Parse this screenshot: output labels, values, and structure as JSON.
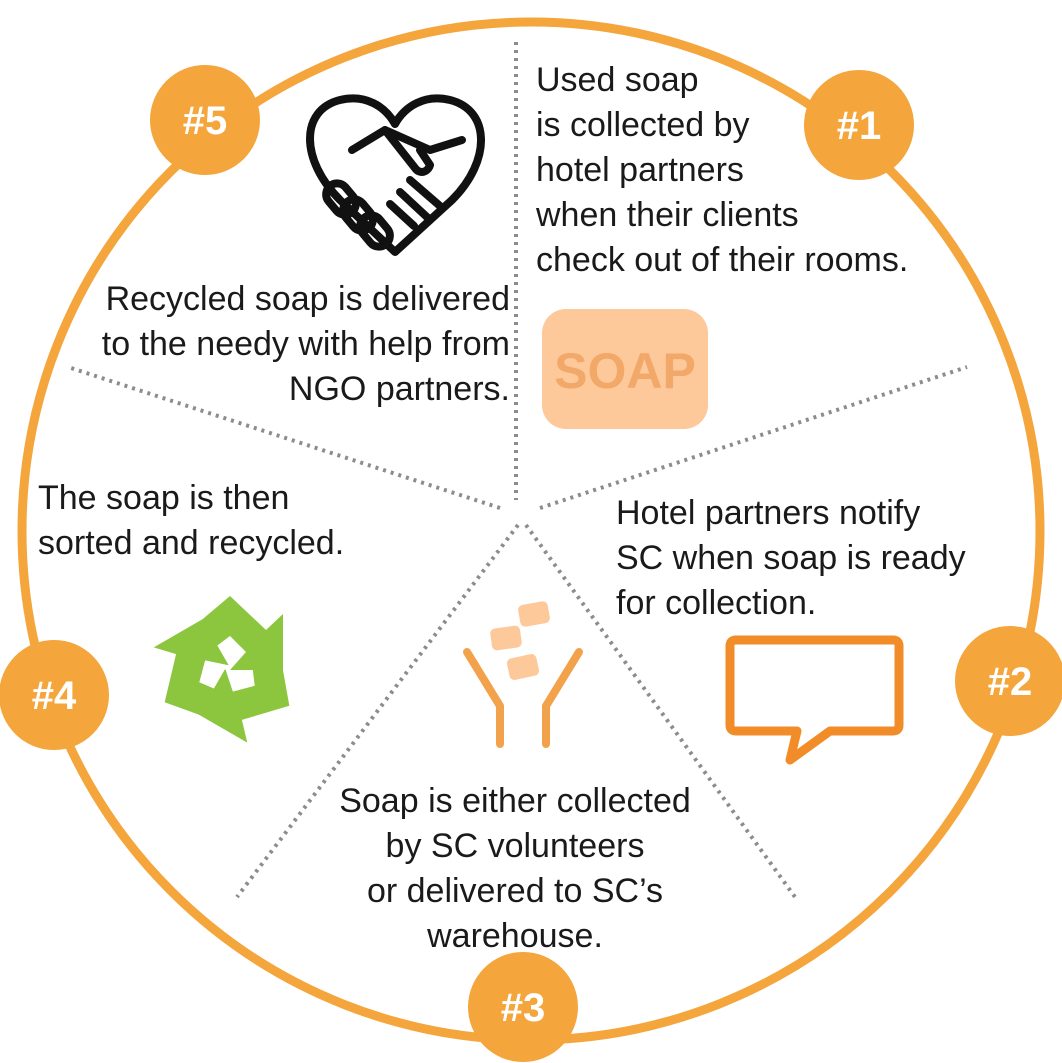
{
  "colors": {
    "ring": "#f4a53b",
    "divider": "#8c8c8c",
    "soap_bar": "#fdc99b",
    "soap_text": "#f2a868",
    "speech_bubble": "#f28c28",
    "recycle": "#8cc63f",
    "handshake": "#111111",
    "chute": "#f2a24a",
    "text": "#1a1a1a"
  },
  "steps": [
    {
      "badge": "#1",
      "text": "Used soap\nis collected by\nhotel partners\nwhen their clients\ncheck out of their rooms.",
      "icon": "soap-bar-icon",
      "icon_label": "SOAP"
    },
    {
      "badge": "#2",
      "text": "Hotel partners notify\nSC when soap is ready\nfor collection.",
      "icon": "speech-bubble-icon"
    },
    {
      "badge": "#3",
      "text": "Soap is either collected\nby SC volunteers\nor delivered to SC’s\nwarehouse.",
      "icon": "soap-chute-icon"
    },
    {
      "badge": "#4",
      "text": "The soap is then\nsorted and recycled.",
      "icon": "recycle-icon"
    },
    {
      "badge": "#5",
      "text": "Recycled soap is delivered\nto the needy with help from\nNGO partners.",
      "icon": "heart-handshake-icon"
    }
  ]
}
